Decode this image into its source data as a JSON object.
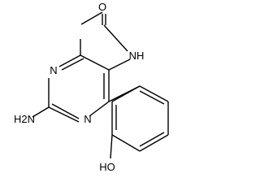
{
  "molecule": {
    "atoms": {
      "acetyl_oxygen": "O",
      "amide_nh": "NH",
      "ring_n_upper": "N",
      "ring_n_lower": "N",
      "amino": "H2N",
      "hydroxyl": "HO"
    }
  }
}
